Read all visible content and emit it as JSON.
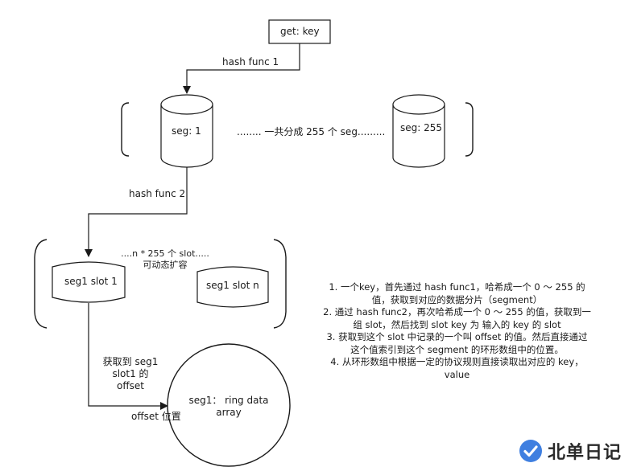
{
  "nodes": {
    "get_key": "get: key",
    "seg_1": "seg: 1",
    "seg_255": "seg: 255",
    "seg1_slot1": "seg1 slot 1",
    "seg1_slotn": "seg1 slot n",
    "ring_array_line1": "seg1： ring data",
    "ring_array_line2": "array"
  },
  "edges": {
    "hash_func1": "hash func 1",
    "hash_func2": "hash func 2",
    "offset_position": "offset 位置"
  },
  "annotations": {
    "segments_total": "........ 一共分成 255 个 seg.........",
    "slots_total_line1": "....n * 255 个 slot.....",
    "slots_total_line2": "可动态扩容",
    "get_offset_line1": "获取到 seg1",
    "get_offset_line2": "slot1 的",
    "get_offset_line3": "offset"
  },
  "notes": [
    "1. 一个key，首先通过 hash func1，哈希成一个 0 ～ 255 的",
    "值，获取到对应的数据分片（segment）",
    "2. 通过 hash func2，再次哈希成一个 0 ～ 255 的值，获取到一",
    "组 slot，然后找到 slot key 为 输入的 key 的 slot",
    "3. 获取到这个 slot 中记录的一个叫 offset 的值。然后直接通过",
    "这个值索引到这个 segment 的环形数组中的位置。",
    "4. 从环形数组中根据一定的协议规则直接读取出对应的 key，",
    "value"
  ],
  "brand": {
    "name": "北单日记",
    "icon": "check-shield-icon",
    "color": "#3f7fe0"
  }
}
